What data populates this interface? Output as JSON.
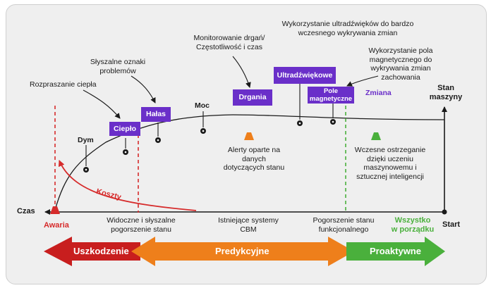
{
  "axis": {
    "time_label": "Czas",
    "state_label": "Stan maszyny",
    "start_label": "Start",
    "failure_label": "Awaria",
    "ok_label": "Wszystko w porządku",
    "cost_label": "Koszty"
  },
  "annotations": {
    "heat_dissipation": "Rozpraszanie ciepła",
    "audible_signs": "Słyszalne oznaki problemów",
    "vibration_monitoring": "Monitorowanie drgań/ Częstotliwość i czas",
    "ultrasound_use": "Wykorzystanie ultradźwięków do bardzo wczesnego wykrywania zmian",
    "magnetic_use": "Wykorzystanie pola magnetycznego do wykrywania zmian zachowania",
    "visible_audible": "Widoczne i słyszalne pogorszenie stanu",
    "cbm_systems": "Istniejące systemy CBM",
    "functional_degradation": "Pogorszenie stanu funkcjonalnego",
    "alerts": "Alerty oparte na danych dotyczących stanu",
    "early_warning": "Wczesne ostrzeganie dzięki uczeniu maszynowemu i sztucznej inteligencji"
  },
  "points": {
    "smoke": "Dym",
    "power": "Moc",
    "heat_box": "Ciepło",
    "noise_box": "Hałas",
    "vibration_box": "Drgania",
    "ultrasound_box": "Ultradźwiękowe",
    "magnetic_box": "Pole magnetyczne",
    "change": "Zmiana"
  },
  "phases": {
    "damage": "Uszkodzenie",
    "predictive": "Predykcyjne",
    "proactive": "Proaktywne"
  },
  "colors": {
    "purple": "#6a2fc9",
    "red": "#d62b2b",
    "orange": "#ee7f1b",
    "green": "#4ab03c",
    "dark_red": "#c81e1e"
  }
}
